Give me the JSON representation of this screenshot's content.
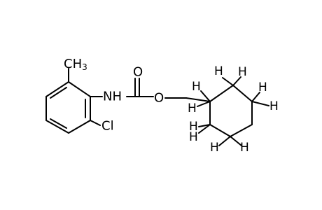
{
  "molecule": {
    "labels": {
      "methyl_c": "CH",
      "methyl_sub": "3",
      "nh": "NH",
      "carbonyl_o": "O",
      "ester_o": "O",
      "chloro": "Cl",
      "hydrogen": "H"
    }
  }
}
